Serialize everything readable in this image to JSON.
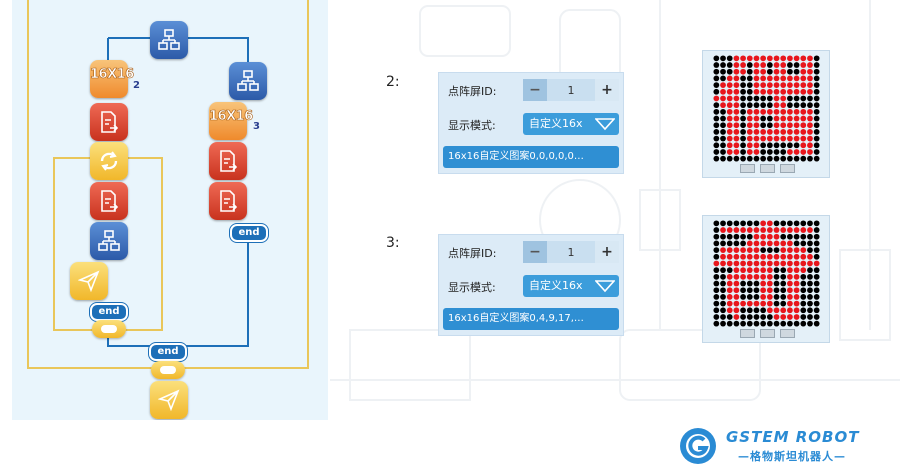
{
  "flow": {
    "branch_numbers": [
      "2",
      "3"
    ],
    "matrix_block_text": "16X16",
    "end_label": "end",
    "icons": [
      "flowchart-icon",
      "matrix-16x16-icon",
      "document-arrow-icon",
      "loop-icon",
      "send-icon"
    ]
  },
  "steps": [
    {
      "number": "2:",
      "matrix_id_label": "点阵屏ID:",
      "matrix_id_value": "1",
      "minus": "−",
      "plus": "+",
      "mode_label": "显示模式:",
      "mode_value": "自定义16x",
      "pattern_value": "16x16自定义图案0,0,0,0,0…",
      "character": "偶"
    },
    {
      "number": "3:",
      "matrix_id_label": "点阵屏ID:",
      "matrix_id_value": "1",
      "minus": "−",
      "plus": "+",
      "mode_label": "显示模式:",
      "mode_value": "自定义16x",
      "pattern_value": "16x16自定义图案0,4,9,17,…",
      "character": "奇"
    }
  ],
  "logo": {
    "title": "GSTEM ROBOT",
    "subtitle": "—格物斯坦机器人—"
  },
  "colors": {
    "accent": "#2f8fd3",
    "led_on": "#e8161c",
    "led_off": "#000000",
    "flow_line": "#1d6fb8",
    "loop_line": "#e9c65a"
  }
}
